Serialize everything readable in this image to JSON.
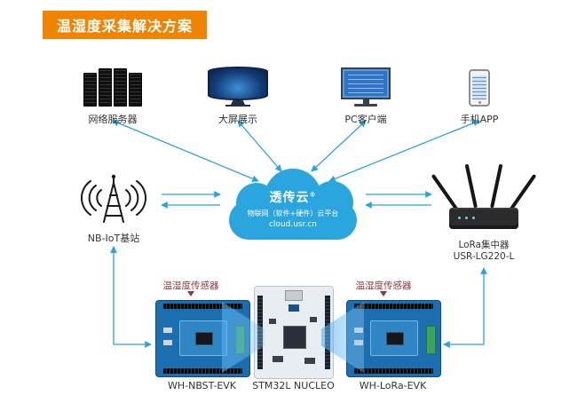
{
  "title": "温湿度采集解决方案",
  "colors": {
    "banner_orange": "#f08300",
    "diagram_blue": "#2aa5de",
    "board_blue": "#1b6fb0",
    "label_dark": "#333333",
    "sensor_label_red": "#8a3b3b"
  },
  "top_devices": [
    {
      "label": "网络服务器",
      "icon": "server-rack-icon"
    },
    {
      "label": "大屏展示",
      "icon": "curved-display-icon"
    },
    {
      "label": "PC客户端",
      "icon": "desktop-monitor-icon"
    },
    {
      "label": "手机APP",
      "icon": "smartphone-icon"
    }
  ],
  "cloud": {
    "name": "透传云",
    "reg": "®",
    "subtitle": "物联网（软件+硬件）云平台",
    "url": "cloud.usr.cn"
  },
  "left_node": {
    "label": "NB-IoT基站",
    "icon": "antenna-tower-icon"
  },
  "right_node": {
    "label": "LoRa集中器",
    "model": "USR-LG220-L",
    "icon": "lora-router-icon"
  },
  "sensors": {
    "left_label": "温湿度传感器",
    "right_label": "温湿度传感器"
  },
  "boards": [
    {
      "label": "WH-NBST-EVK"
    },
    {
      "label": "STM32L NUCLEO"
    },
    {
      "label": "WH-LoRa-EVK"
    }
  ]
}
